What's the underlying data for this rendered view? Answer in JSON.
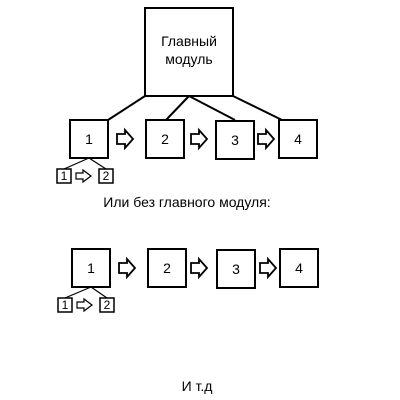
{
  "top": {
    "main_module_line1": "Главный",
    "main_module_line2": "модуль",
    "modules": [
      "1",
      "2",
      "3",
      "4"
    ],
    "sub_modules": [
      "1",
      "2"
    ]
  },
  "separator_text": "Или без главного модуля:",
  "bottom": {
    "modules": [
      "1",
      "2",
      "3",
      "4"
    ],
    "sub_modules": [
      "1",
      "2"
    ]
  },
  "footer_text": "И т.д"
}
